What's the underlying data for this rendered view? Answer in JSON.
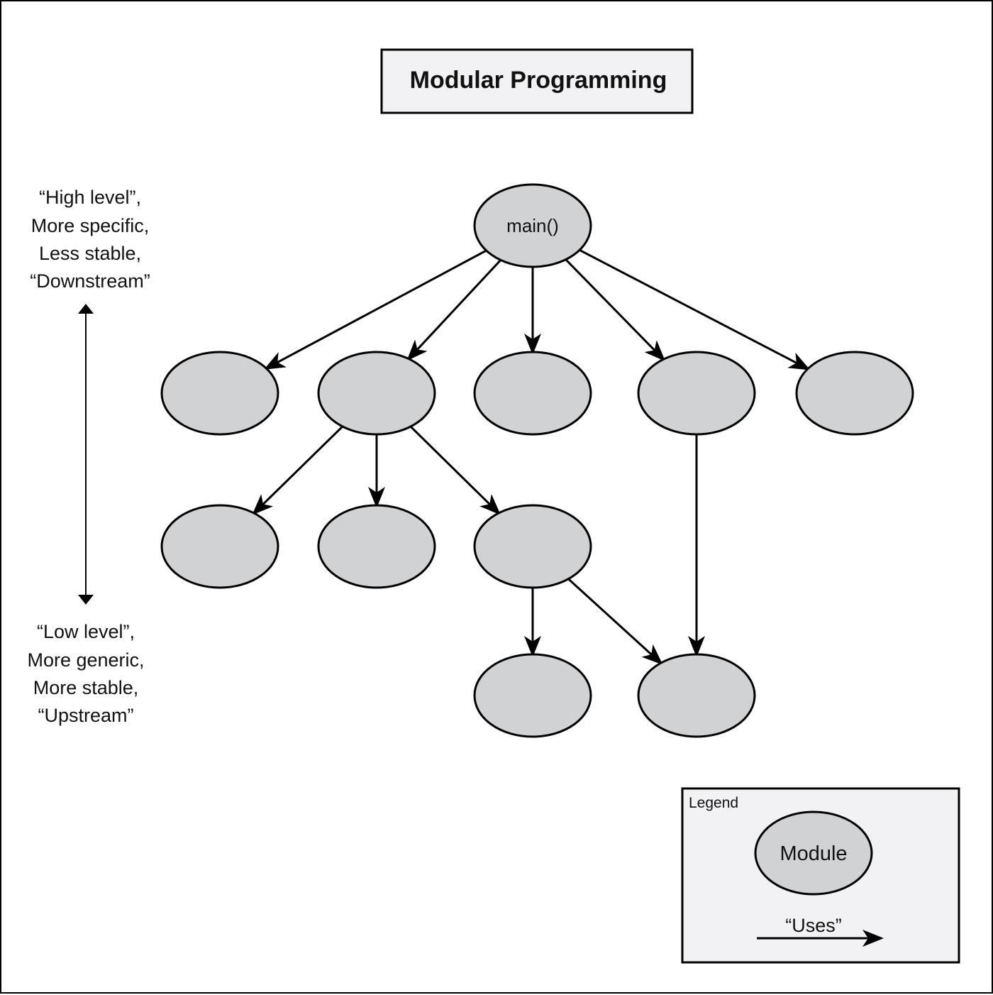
{
  "title": "Modular Programming",
  "scale": {
    "top_lines": [
      "“High level”,",
      "More specific,",
      "Less stable,",
      "“Downstream”"
    ],
    "bottom_lines": [
      "“Low level”,",
      "More generic,",
      "More stable,",
      "“Upstream”"
    ]
  },
  "graph": {
    "nodes": [
      {
        "id": "main",
        "label": "main()"
      },
      {
        "id": "a1",
        "label": ""
      },
      {
        "id": "a2",
        "label": ""
      },
      {
        "id": "a3",
        "label": ""
      },
      {
        "id": "a4",
        "label": ""
      },
      {
        "id": "a5",
        "label": ""
      },
      {
        "id": "b1",
        "label": ""
      },
      {
        "id": "b2",
        "label": ""
      },
      {
        "id": "b3",
        "label": ""
      },
      {
        "id": "c1",
        "label": ""
      },
      {
        "id": "c2",
        "label": ""
      }
    ],
    "edges": [
      [
        "main",
        "a1"
      ],
      [
        "main",
        "a2"
      ],
      [
        "main",
        "a3"
      ],
      [
        "main",
        "a4"
      ],
      [
        "main",
        "a5"
      ],
      [
        "a2",
        "b1"
      ],
      [
        "a2",
        "b2"
      ],
      [
        "a2",
        "b3"
      ],
      [
        "b3",
        "c1"
      ],
      [
        "b3",
        "c2"
      ],
      [
        "a4",
        "c2"
      ]
    ]
  },
  "legend": {
    "title": "Legend",
    "module_label": "Module",
    "uses_label": "“Uses”"
  },
  "colors": {
    "node_fill": "#d1d2d4",
    "box_fill": "#f2f2f4",
    "stroke": "#000000"
  }
}
